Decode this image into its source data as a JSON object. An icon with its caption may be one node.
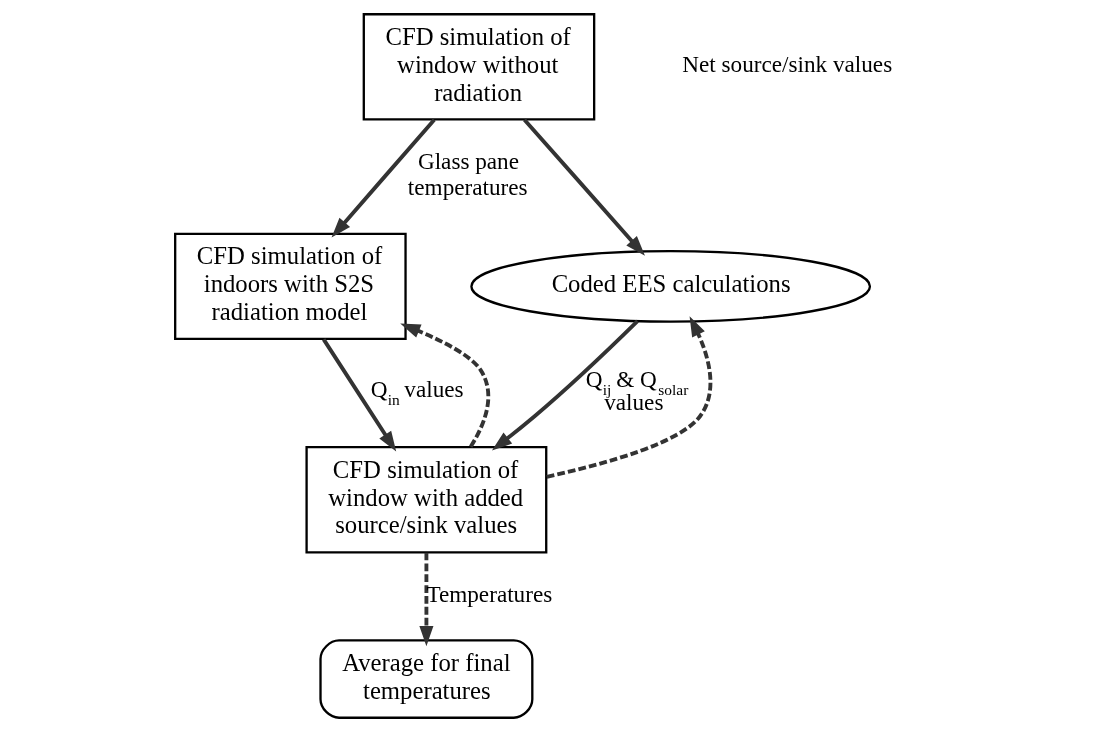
{
  "diagram": {
    "nodes": [
      {
        "text": [
          "CFD simulation of window without radiation"
        ]
      },
      {
        "text": [
          "CFD simulation of indoors with S2S radiation model"
        ]
      },
      {
        "text": [
          "Coded EES calculations"
        ]
      },
      {
        "text": [
          "CFD simulation of window with added source/sink values"
        ]
      },
      {
        "text": [
          "Average for final temperatures"
        ]
      }
    ],
    "edges": [
      {
        "from": 0,
        "to": 1,
        "arrow": "to",
        "label": "Glass pane temperatures"
      },
      {
        "from": 0,
        "to": 2,
        "arrow": "to"
      },
      {
        "from": 1,
        "to": 3,
        "arrow": "to",
        "label": "Q$_{in}$ values"
      },
      {
        "from": 2,
        "to": 3,
        "arrow": "to",
        "label": "Q$_{ij}$ & Q$_{solar}$ values"
      },
      {
        "from": 3,
        "to": 4,
        "arrow": "to",
        "style": "dashed",
        "label": "Temperatures"
      },
      {
        "from": 3,
        "to": 1,
        "arrow": "to",
        "style": "dashed"
      },
      {
        "from": 3,
        "to": 2,
        "arrow": "to",
        "style": "dashed"
      }
    ],
    "labels": [
      "Net source/sink values"
    ]
  }
}
